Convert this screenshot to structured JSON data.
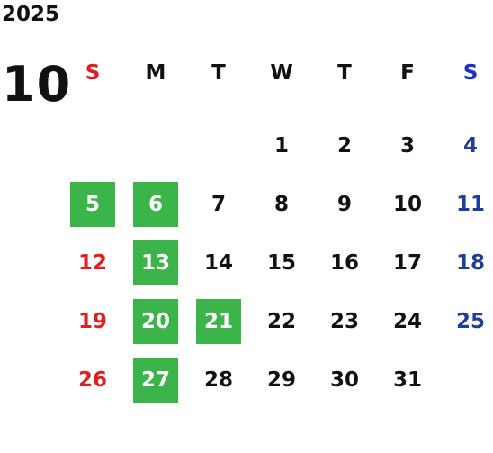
{
  "year": "2025",
  "month": "10",
  "weekdays": [
    "S",
    "M",
    "T",
    "W",
    "T",
    "F",
    "S"
  ],
  "weeks": [
    [
      "",
      "",
      "",
      "1",
      "2",
      "3",
      "4"
    ],
    [
      "5",
      "6",
      "7",
      "8",
      "9",
      "10",
      "11"
    ],
    [
      "12",
      "13",
      "14",
      "15",
      "16",
      "17",
      "18"
    ],
    [
      "19",
      "20",
      "21",
      "22",
      "23",
      "24",
      "25"
    ],
    [
      "26",
      "27",
      "28",
      "29",
      "30",
      "31",
      ""
    ]
  ],
  "highlighted_days": [
    "5",
    "6",
    "13",
    "20",
    "21",
    "27"
  ],
  "colors": {
    "sunday": "#e02020",
    "saturday": "#1f3e99",
    "highlight": "#3bb54a",
    "text": "#111111"
  }
}
